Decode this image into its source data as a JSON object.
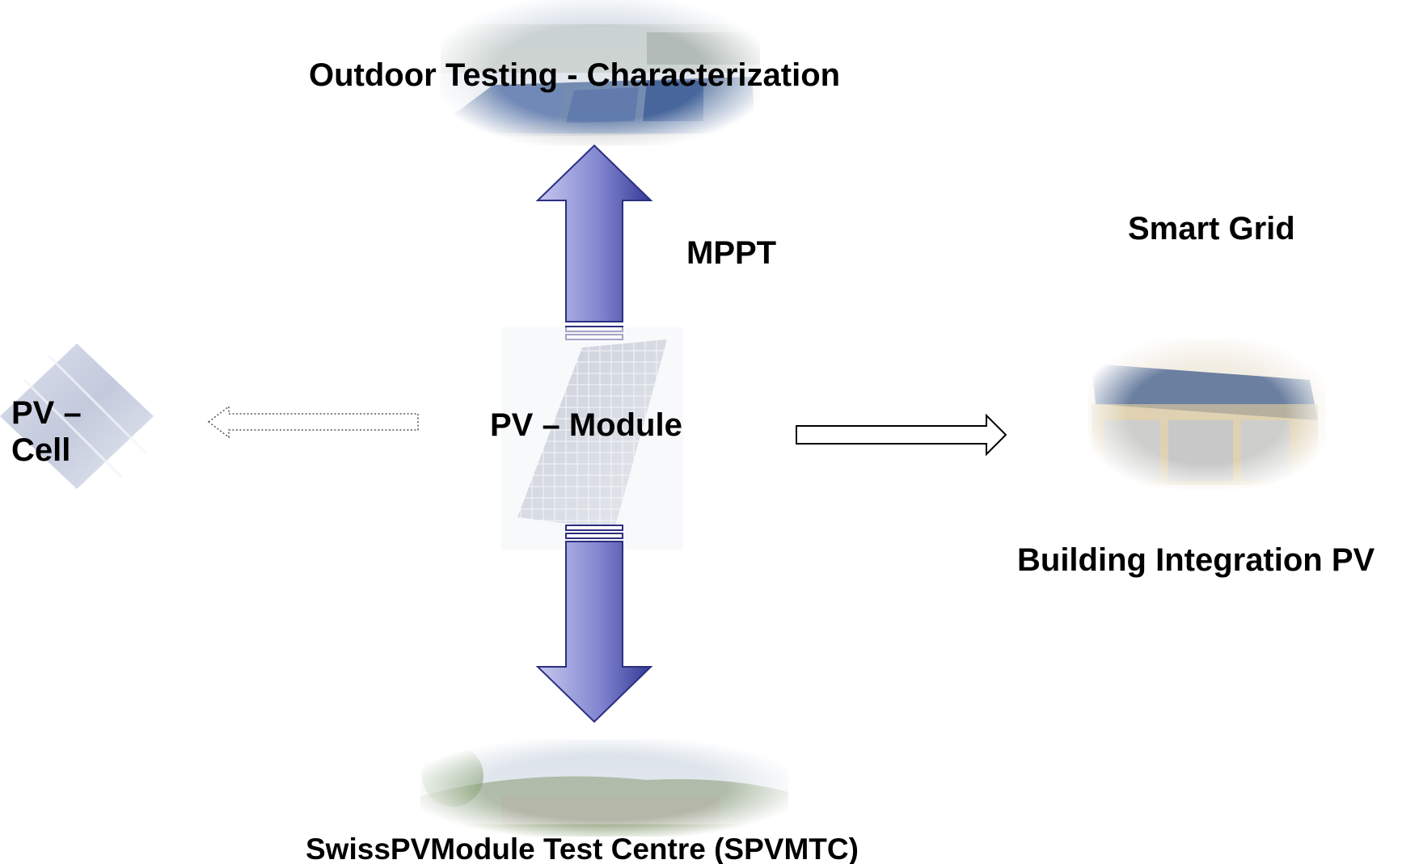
{
  "labels": {
    "outdoor_testing": "Outdoor Testing - Characterization",
    "mppt": "MPPT",
    "smart_grid": "Smart Grid",
    "pv_cell_line1": "PV –",
    "pv_cell_line2": "Cell",
    "pv_module": "PV – Module",
    "building_integration": "Building Integration PV",
    "test_centre": "SwissPVModule Test Centre (SPVMTC)"
  },
  "colors": {
    "arrow_fill_dark": "#3b3f9a",
    "arrow_fill_light": "#b3b6e6",
    "arrow_stroke": "#2c2f80",
    "text": "#000000"
  }
}
